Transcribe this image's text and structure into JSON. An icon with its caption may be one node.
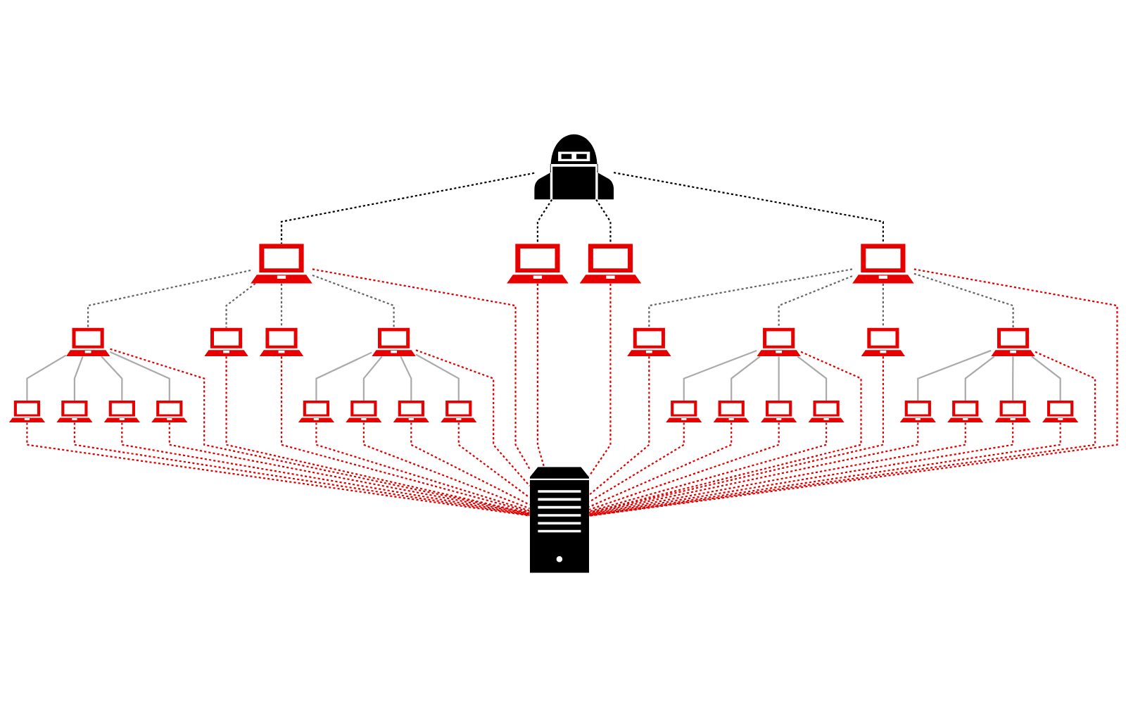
{
  "diagram": {
    "nodes": [
      {
        "text": [],
        "shape": "person"
      },
      {
        "text": [],
        "shape": "picture"
      },
      {
        "text": [],
        "shape": "picture"
      },
      {
        "text": [],
        "shape": "picture"
      },
      {
        "text": [],
        "shape": "picture"
      },
      {
        "text": [],
        "shape": "picture"
      },
      {
        "text": [],
        "shape": "picture"
      },
      {
        "text": [],
        "shape": "picture"
      },
      {
        "text": [],
        "shape": "picture"
      },
      {
        "text": [],
        "shape": "picture"
      },
      {
        "text": [],
        "shape": "picture"
      },
      {
        "text": [],
        "shape": "picture"
      },
      {
        "text": [],
        "shape": "picture"
      },
      {
        "text": [],
        "shape": "picture"
      },
      {
        "text": [],
        "shape": "picture"
      },
      {
        "text": [],
        "shape": "picture"
      },
      {
        "text": [],
        "shape": "picture"
      },
      {
        "text": [],
        "shape": "picture"
      },
      {
        "text": [],
        "shape": "picture"
      },
      {
        "text": [],
        "shape": "picture"
      },
      {
        "text": [],
        "shape": "picture"
      },
      {
        "text": [],
        "shape": "picture"
      },
      {
        "text": [],
        "shape": "picture"
      },
      {
        "text": [],
        "shape": "picture"
      },
      {
        "text": [],
        "shape": "picture"
      },
      {
        "text": [],
        "shape": "picture"
      },
      {
        "text": [],
        "shape": "picture"
      },
      {
        "text": [],
        "shape": "picture"
      },
      {
        "text": [],
        "shape": "picture"
      },
      {
        "text": [],
        "shape": "picture"
      }
    ],
    "edges": [
      {
        "from": 0,
        "to": 1,
        "arrow": "none",
        "style": "dashed",
        "color": "#000000"
      },
      {
        "from": 0,
        "to": 2,
        "arrow": "none",
        "style": "dashed",
        "color": "#000000"
      },
      {
        "from": 0,
        "to": 3,
        "arrow": "none",
        "style": "dashed",
        "color": "#000000"
      },
      {
        "from": 0,
        "to": 4,
        "arrow": "none",
        "style": "dashed",
        "color": "#000000"
      },
      {
        "from": 1,
        "to": 5,
        "arrow": "none",
        "style": "dashed",
        "color": "#666666"
      },
      {
        "from": 1,
        "to": 6,
        "arrow": "none",
        "style": "dashed",
        "color": "#666666"
      },
      {
        "from": 1,
        "to": 7,
        "arrow": "none",
        "style": "dashed",
        "color": "#666666"
      },
      {
        "from": 1,
        "to": 8,
        "arrow": "none",
        "style": "dashed",
        "color": "#666666"
      },
      {
        "from": 4,
        "to": 9,
        "arrow": "none",
        "style": "dashed",
        "color": "#666666"
      },
      {
        "from": 4,
        "to": 10,
        "arrow": "none",
        "style": "dashed",
        "color": "#666666"
      },
      {
        "from": 4,
        "to": 11,
        "arrow": "none",
        "style": "dashed",
        "color": "#666666"
      },
      {
        "from": 4,
        "to": 12,
        "arrow": "none",
        "style": "dashed",
        "color": "#666666"
      },
      {
        "from": 5,
        "to": 13,
        "arrow": "none",
        "color": "#aaaaaa"
      },
      {
        "from": 5,
        "to": 14,
        "arrow": "none",
        "color": "#aaaaaa"
      },
      {
        "from": 5,
        "to": 15,
        "arrow": "none",
        "color": "#aaaaaa"
      },
      {
        "from": 5,
        "to": 16,
        "arrow": "none",
        "color": "#aaaaaa"
      },
      {
        "from": 8,
        "to": 17,
        "arrow": "none",
        "color": "#aaaaaa"
      },
      {
        "from": 8,
        "to": 18,
        "arrow": "none",
        "color": "#aaaaaa"
      },
      {
        "from": 8,
        "to": 19,
        "arrow": "none",
        "color": "#aaaaaa"
      },
      {
        "from": 8,
        "to": 20,
        "arrow": "none",
        "color": "#aaaaaa"
      },
      {
        "from": 10,
        "to": 21,
        "arrow": "none",
        "color": "#aaaaaa"
      },
      {
        "from": 10,
        "to": 22,
        "arrow": "none",
        "color": "#aaaaaa"
      },
      {
        "from": 10,
        "to": 23,
        "arrow": "none",
        "color": "#aaaaaa"
      },
      {
        "from": 10,
        "to": 24,
        "arrow": "none",
        "color": "#aaaaaa"
      },
      {
        "from": 12,
        "to": 25,
        "arrow": "none",
        "color": "#aaaaaa"
      },
      {
        "from": 12,
        "to": 26,
        "arrow": "none",
        "color": "#aaaaaa"
      },
      {
        "from": 12,
        "to": 27,
        "arrow": "none",
        "color": "#aaaaaa"
      },
      {
        "from": 12,
        "to": 28,
        "arrow": "none",
        "color": "#aaaaaa"
      },
      {
        "from": 1,
        "to": 29,
        "arrow": "none",
        "style": "dashed",
        "color": "#e00000"
      },
      {
        "from": 2,
        "to": 29,
        "arrow": "none",
        "style": "dashed",
        "color": "#e00000"
      },
      {
        "from": 3,
        "to": 29,
        "arrow": "none",
        "style": "dashed",
        "color": "#e00000"
      },
      {
        "from": 4,
        "to": 29,
        "arrow": "none",
        "style": "dashed",
        "color": "#e00000"
      },
      {
        "from": 5,
        "to": 29,
        "arrow": "none",
        "style": "dashed",
        "color": "#e00000"
      },
      {
        "from": 6,
        "to": 29,
        "arrow": "none",
        "style": "dashed",
        "color": "#e00000"
      },
      {
        "from": 7,
        "to": 29,
        "arrow": "none",
        "style": "dashed",
        "color": "#e00000"
      },
      {
        "from": 8,
        "to": 29,
        "arrow": "none",
        "style": "dashed",
        "color": "#e00000"
      },
      {
        "from": 9,
        "to": 29,
        "arrow": "none",
        "style": "dashed",
        "color": "#e00000"
      },
      {
        "from": 10,
        "to": 29,
        "arrow": "none",
        "style": "dashed",
        "color": "#e00000"
      },
      {
        "from": 11,
        "to": 29,
        "arrow": "none",
        "style": "dashed",
        "color": "#e00000"
      },
      {
        "from": 12,
        "to": 29,
        "arrow": "none",
        "style": "dashed",
        "color": "#e00000"
      },
      {
        "from": 13,
        "to": 29,
        "arrow": "none",
        "style": "dashed",
        "color": "#e00000"
      },
      {
        "from": 14,
        "to": 29,
        "arrow": "none",
        "style": "dashed",
        "color": "#e00000"
      },
      {
        "from": 15,
        "to": 29,
        "arrow": "none",
        "style": "dashed",
        "color": "#e00000"
      },
      {
        "from": 16,
        "to": 29,
        "arrow": "none",
        "style": "dashed",
        "color": "#e00000"
      },
      {
        "from": 17,
        "to": 29,
        "arrow": "none",
        "style": "dashed",
        "color": "#e00000"
      },
      {
        "from": 18,
        "to": 29,
        "arrow": "none",
        "style": "dashed",
        "color": "#e00000"
      },
      {
        "from": 19,
        "to": 29,
        "arrow": "none",
        "style": "dashed",
        "color": "#e00000"
      },
      {
        "from": 20,
        "to": 29,
        "arrow": "none",
        "style": "dashed",
        "color": "#e00000"
      },
      {
        "from": 21,
        "to": 29,
        "arrow": "none",
        "style": "dashed",
        "color": "#e00000"
      },
      {
        "from": 22,
        "to": 29,
        "arrow": "none",
        "style": "dashed",
        "color": "#e00000"
      },
      {
        "from": 23,
        "to": 29,
        "arrow": "none",
        "style": "dashed",
        "color": "#e00000"
      },
      {
        "from": 24,
        "to": 29,
        "arrow": "none",
        "style": "dashed",
        "color": "#e00000"
      },
      {
        "from": 25,
        "to": 29,
        "arrow": "none",
        "style": "dashed",
        "color": "#e00000"
      },
      {
        "from": 26,
        "to": 29,
        "arrow": "none",
        "style": "dashed",
        "color": "#e00000"
      },
      {
        "from": 27,
        "to": 29,
        "arrow": "none",
        "style": "dashed",
        "color": "#e00000"
      },
      {
        "from": 28,
        "to": 29,
        "arrow": "none",
        "style": "dashed",
        "color": "#e00000"
      }
    ]
  }
}
